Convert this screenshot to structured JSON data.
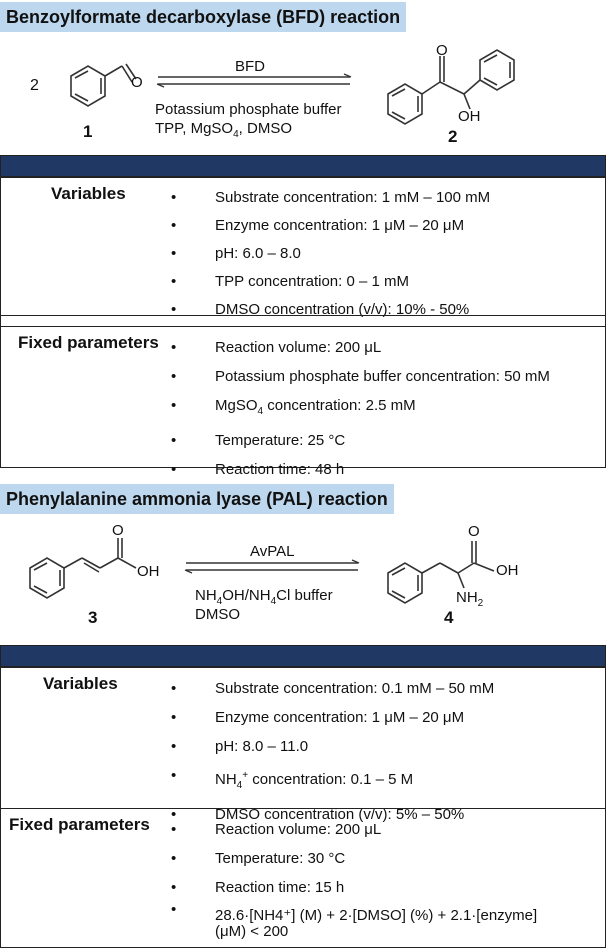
{
  "bfd": {
    "title": "Benzoylformate decarboxylase (BFD) reaction",
    "coefficient": "2",
    "oxygen_label": "O",
    "hydroxyl_label": "OH",
    "enzyme": "BFD",
    "conditions_line1": "Potassium phosphate buffer",
    "conditions_line2_a": "TPP, MgSO",
    "conditions_line2_sub": "4",
    "conditions_line2_b": ", DMSO",
    "reactant_number": "1",
    "product_number": "2",
    "variables_label": "Variables",
    "variables": [
      "Substrate concentration: 1 mM – 100 mM",
      "Enzyme concentration: 1 μM – 20 μM",
      "pH: 6.0 – 8.0",
      "TPP concentration: 0 – 1 mM",
      "DMSO concentration (v/v): 10% - 50%"
    ],
    "fixed_label": "Fixed parameters",
    "fixed_1": "Reaction volume: 200 μL",
    "fixed_2": "Potassium phosphate buffer concentration: 50 mM",
    "fixed_3_a": "MgSO",
    "fixed_3_sub": "4",
    "fixed_3_b": " concentration: 2.5 mM",
    "fixed_4": "Temperature: 25 °C",
    "fixed_5": "Reaction time: 48 h"
  },
  "pal": {
    "title": "Phenylalanine ammonia lyase (PAL) reaction",
    "acid_oxygen": "O",
    "acid_oh": "OH",
    "product_oxygen": "O",
    "product_oh": "OH",
    "amine_a": "NH",
    "amine_sub": "2",
    "enzyme": "AvPAL",
    "cond1_a": "NH",
    "cond1_sub1": "4",
    "cond1_b": "OH/NH",
    "cond1_sub2": "4",
    "cond1_c": "Cl buffer",
    "cond2": "DMSO",
    "reactant_number": "3",
    "product_number": "4",
    "variables_label": "Variables",
    "var_1": "Substrate concentration: 0.1 mM – 50 mM",
    "var_2": "Enzyme concentration: 1 μM – 20 μM",
    "var_3": "pH: 8.0 – 11.0",
    "var_4_a": "NH",
    "var_4_sub": "4",
    "var_4_sup": "+",
    "var_4_b": " concentration: 0.1 – 5 M",
    "var_5": "DMSO concentration (v/v): 5% – 50%",
    "fixed_label": "Fixed parameters",
    "fixed": [
      "Reaction volume: 200 μL",
      "Temperature: 30 °C",
      "Reaction time: 15 h",
      "28.6·[NH4⁺] (M) + 2·[DMSO] (%) + 2.1·[enzyme] (μM) < 200"
    ]
  },
  "colors": {
    "title_bg": "#bdd7ee",
    "table_header": "#1f3864"
  }
}
